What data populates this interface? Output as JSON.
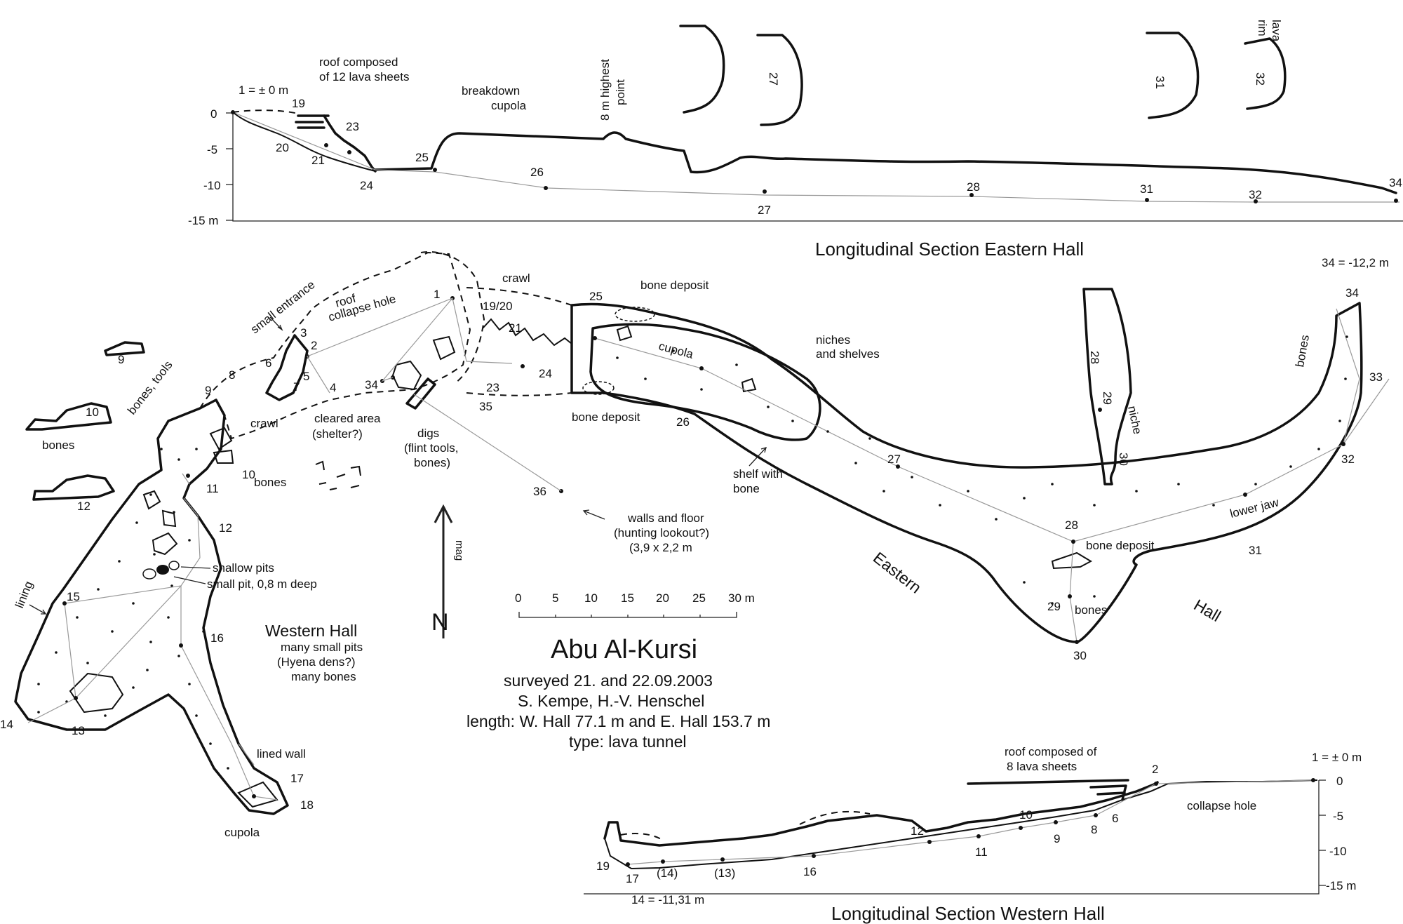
{
  "title": "Abu Al-Kursi",
  "survey_info": {
    "surveyed": "surveyed 21. and 22.09.2003",
    "surveyors": "S. Kempe, H.-V. Henschel",
    "length": "length: W. Hall 77.1 m and E. Hall 153.7 m",
    "type": "type: lava tunnel"
  },
  "north_arrow": {
    "label": "mag",
    "symbol": "N"
  },
  "scale_bar": {
    "ticks": [
      "0",
      "5",
      "10",
      "15",
      "20",
      "25",
      "30 m"
    ]
  },
  "east_section": {
    "heading": "Longitudinal Section Eastern Hall",
    "depth_labels": [
      "0",
      "-5",
      "-10",
      "-15 m"
    ],
    "datum": "1 = ± 0 m",
    "end_note": "34 = -12,2 m",
    "notes": {
      "roof": [
        "roof composed",
        "of 12 lava sheets"
      ],
      "cupola": [
        "breakdown",
        "cupola"
      ],
      "highest": [
        "8 m highest",
        "point"
      ],
      "lava_rim": [
        "lava",
        "rim"
      ]
    },
    "stations": [
      "19",
      "20",
      "21",
      "23",
      "24",
      "25",
      "26",
      "27",
      "28",
      "31",
      "32",
      "34"
    ],
    "cross_sections": [
      "27",
      "31",
      "32"
    ]
  },
  "west_section": {
    "heading": "Longitudinal Section Western Hall",
    "depth_labels": [
      "0",
      "-5",
      "-10",
      "-15 m"
    ],
    "datum": "1 = ± 0 m",
    "end_note": "14 = -11,31 m",
    "notes": {
      "roof": [
        "roof composed of",
        "8 lava sheets"
      ],
      "collapse": "collapse hole"
    },
    "stations": [
      "2",
      "6",
      "8",
      "9",
      "10",
      "11",
      "12",
      "16",
      "(13)",
      "(14)",
      "17",
      "19"
    ]
  },
  "plan": {
    "western_hall": {
      "name": "Western Hall",
      "notes": [
        "many small pits",
        "(Hyena dens?)",
        "many bones"
      ]
    },
    "eastern_hall": {
      "name_1": "Eastern",
      "name_2": "Hall"
    },
    "labels": {
      "small_entrance": "small entrance",
      "roof_collapse": [
        "roof",
        "collapse hole"
      ],
      "crawl_top": "crawl",
      "crawl_mid": "crawl",
      "bone_deposit_1": "bone deposit",
      "bone_deposit_2": "bone deposit",
      "bone_deposit_3": "bone deposit",
      "cupola_east": "cupola",
      "niches": [
        "niches",
        "and shelves"
      ],
      "bones_tools": "bones, tools",
      "bones_islet": "bones",
      "bones_w10": "bones",
      "bones_east": "bones",
      "bones_29": "bones",
      "cleared": [
        "cleared area",
        "(shelter?)"
      ],
      "digs": [
        "digs",
        "(flint tools,",
        "bones)"
      ],
      "shelf": [
        "shelf with",
        "bone"
      ],
      "walls_floor": [
        "walls and floor",
        "(hunting lookout?)",
        "(3,9 x 2,2 m"
      ],
      "shallow_pits": "shallow pits",
      "small_pit": "small pit, 0,8 m deep",
      "lining": "lining",
      "lined_wall": "lined wall",
      "cupola_west": "cupola",
      "niche": "niche",
      "lower_jaw": "lower jaw"
    },
    "stations": {
      "s1": "1",
      "s2": "2",
      "s3": "3",
      "s4": "4",
      "s5": "5",
      "s6": "6",
      "s7": "7",
      "s8": "8",
      "s9": "9",
      "s10": "10",
      "s11": "11",
      "s12": "12",
      "s13": "13",
      "s14": "14",
      "s15": "15",
      "s16": "16",
      "s17": "17",
      "s18": "18",
      "s1920": "19/20",
      "s21": "21",
      "s23": "23",
      "s24": "24",
      "s25": "25",
      "s26": "26",
      "s27": "27",
      "s28": "28",
      "s29": "29",
      "s30": "30",
      "s31": "31",
      "s32": "32",
      "s33": "33",
      "s34e": "34",
      "s34": "34",
      "s35": "35",
      "s36": "36",
      "i9": "9",
      "i10": "10",
      "i12": "12",
      "c28": "28",
      "c29": "29",
      "c30": "30"
    }
  }
}
